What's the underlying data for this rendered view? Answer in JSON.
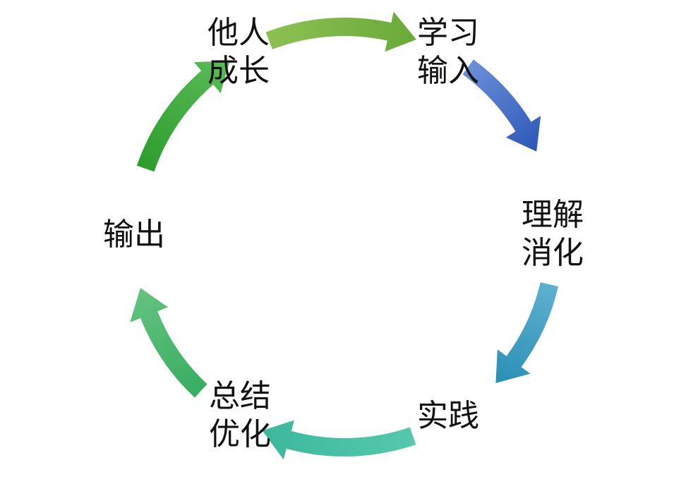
{
  "diagram": {
    "nodes": [
      {
        "id": "others-growth",
        "lines": [
          "他人",
          "成长"
        ]
      },
      {
        "id": "learn-input",
        "lines": [
          "学习",
          "输入"
        ]
      },
      {
        "id": "understand-digest",
        "lines": [
          "理解",
          "消化"
        ]
      },
      {
        "id": "practice",
        "lines": [
          "实践"
        ]
      },
      {
        "id": "summarize-optimize",
        "lines": [
          "总结",
          "优化"
        ]
      },
      {
        "id": "output",
        "lines": [
          "输出"
        ]
      }
    ],
    "edges": [
      {
        "from": "others-growth",
        "to": "learn-input",
        "color_start": "#8cc152",
        "color_end": "#6aa93a"
      },
      {
        "from": "learn-input",
        "to": "understand-digest",
        "color_start": "#6a8fd6",
        "color_end": "#2d57b8"
      },
      {
        "from": "understand-digest",
        "to": "practice",
        "color_start": "#5db0cf",
        "color_end": "#2a8fb5"
      },
      {
        "from": "practice",
        "to": "summarize-optimize",
        "color_start": "#55c8ad",
        "color_end": "#3cb89c"
      },
      {
        "from": "summarize-optimize",
        "to": "output",
        "color_start": "#38ad63",
        "color_end": "#64c37f"
      },
      {
        "from": "output",
        "to": "others-growth",
        "color_start": "#2c9e2c",
        "color_end": "#5cbb5a"
      }
    ]
  }
}
